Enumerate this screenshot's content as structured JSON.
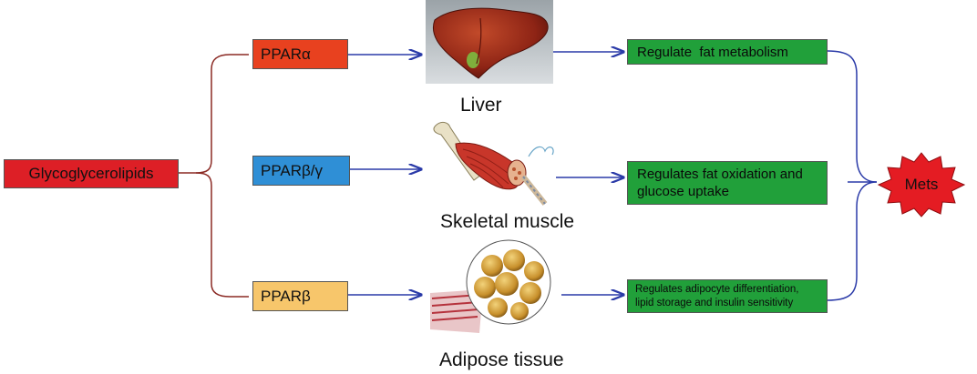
{
  "source": {
    "label": "Glycoglycerolipids",
    "color": "#dd1f26"
  },
  "receptors": [
    {
      "label": "PPARα",
      "color": "#e8411f"
    },
    {
      "label": "PPARβ/γ",
      "color": "#2f8fd6"
    },
    {
      "label": "PPARβ",
      "color": "#f7c66b"
    }
  ],
  "tissues": [
    {
      "label": "Liver",
      "icon": "liver-illustration"
    },
    {
      "label": "Skeletal muscle",
      "icon": "muscle-illustration"
    },
    {
      "label": "Adipose tissue",
      "icon": "adipose-illustration"
    }
  ],
  "effects": [
    {
      "line1": "Regulate  fat metabolism",
      "line2": ""
    },
    {
      "line1": "Regulates fat oxidation and",
      "line2": "glucose uptake"
    },
    {
      "line1": "Regulates adipocyte differentiation,",
      "line2": "lipid storage and insulin sensitivity"
    }
  ],
  "outcome": {
    "label": "Mets",
    "color": "#e41c23"
  },
  "colors": {
    "arrow": "#2a3aa8",
    "bracket": "#8b2a24",
    "effect": "#21a03a"
  }
}
